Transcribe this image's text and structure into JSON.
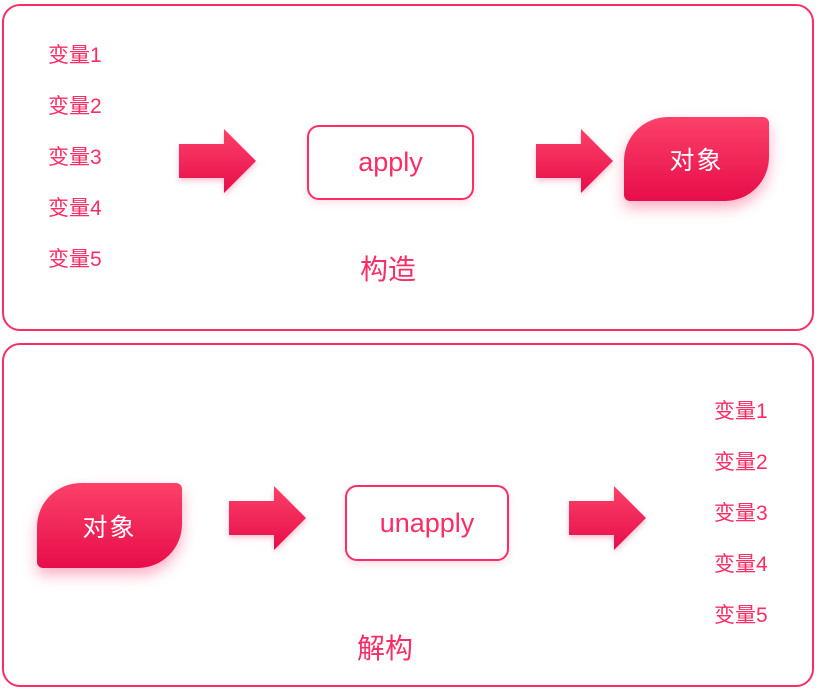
{
  "colors": {
    "accent": "#fb2d64",
    "panel_border": "#fb2d64",
    "gradient_top": "#fb4169",
    "gradient_bottom": "#e70d4a",
    "object_text": "#ffffff"
  },
  "icons": {
    "arrow": "arrow-right-icon"
  },
  "construct_panel": {
    "variables": [
      "变量1",
      "变量2",
      "变量3",
      "变量4",
      "变量5"
    ],
    "function_label": "apply",
    "object_label": "对象",
    "caption": "构造"
  },
  "deconstruct_panel": {
    "object_label": "对象",
    "function_label": "unapply",
    "variables": [
      "变量1",
      "变量2",
      "变量3",
      "变量4",
      "变量5"
    ],
    "caption": "解构"
  }
}
